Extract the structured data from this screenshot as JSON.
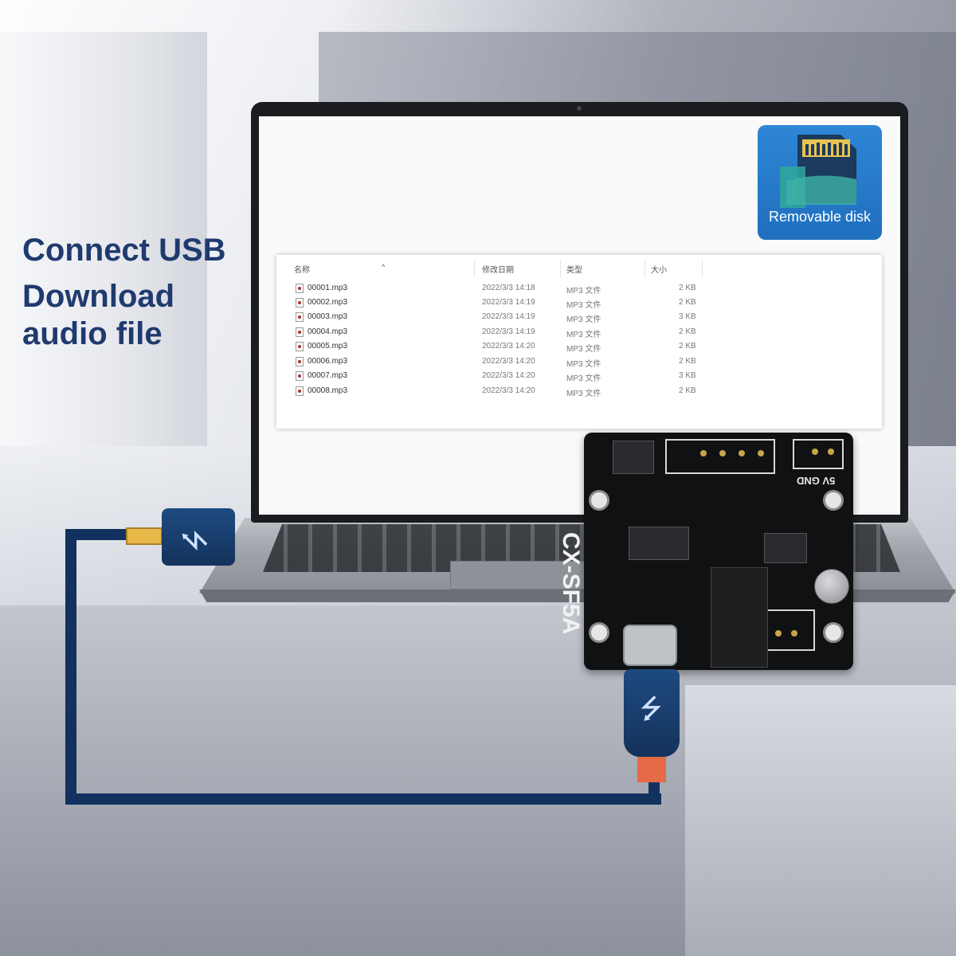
{
  "headline": {
    "line1": "Connect USB",
    "line2": "Download",
    "line3": "audio file"
  },
  "disk": {
    "label": "Removable disk",
    "icon": "sd-card-icon",
    "color": "#2a7fd0"
  },
  "explorer": {
    "columns": [
      "名称",
      "修改日期",
      "类型",
      "大小"
    ],
    "files": [
      {
        "name": "00001.mp3",
        "date": "2022/3/3 14:18",
        "type": "MP3 文件",
        "size": "2 KB"
      },
      {
        "name": "00002.mp3",
        "date": "2022/3/3 14:19",
        "type": "MP3 文件",
        "size": "2 KB"
      },
      {
        "name": "00003.mp3",
        "date": "2022/3/3 14:19",
        "type": "MP3 文件",
        "size": "3 KB"
      },
      {
        "name": "00004.mp3",
        "date": "2022/3/3 14:19",
        "type": "MP3 文件",
        "size": "2 KB"
      },
      {
        "name": "00005.mp3",
        "date": "2022/3/3 14:20",
        "type": "MP3 文件",
        "size": "2 KB"
      },
      {
        "name": "00006.mp3",
        "date": "2022/3/3 14:20",
        "type": "MP3 文件",
        "size": "2 KB"
      },
      {
        "name": "00007.mp3",
        "date": "2022/3/3 14:20",
        "type": "MP3 文件",
        "size": "3 KB"
      },
      {
        "name": "00008.mp3",
        "date": "2022/3/3 14:20",
        "type": "MP3 文件",
        "size": "2 KB"
      }
    ]
  },
  "board": {
    "model": "CX-SF5A",
    "pins": "5V GND"
  },
  "colors": {
    "headline": "#1f3a6e",
    "cable": "#12315e",
    "usb_a_tip": "#e8b84a",
    "usb_c_tip": "#e46a48"
  }
}
